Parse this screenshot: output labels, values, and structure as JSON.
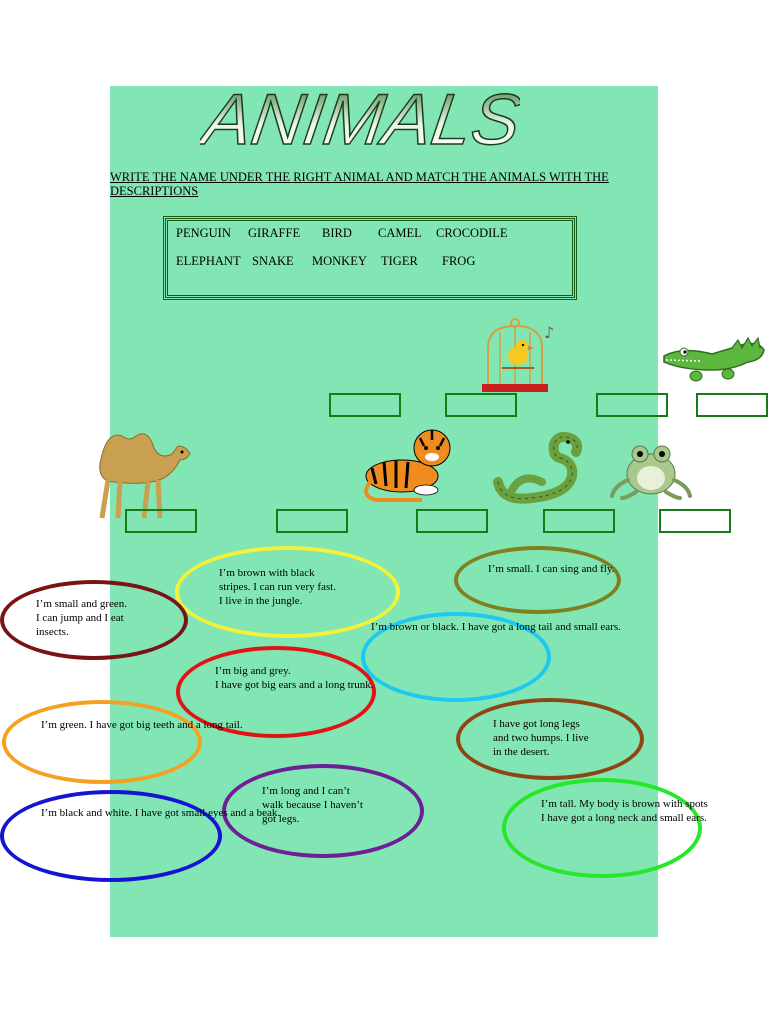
{
  "title": "ANIMALS",
  "instruction": "WRITE THE NAME UNDER THE RIGHT ANIMAL AND MATCH THE ANIMALS WITH THE DESCRIPTIONS",
  "word_bank": {
    "row1": [
      "PENGUIN",
      "GIRAFFE",
      "BIRD",
      "CAMEL",
      "CROCODILE"
    ],
    "row2": [
      "ELEPHANT",
      "SNAKE",
      "MONKEY",
      "TIGER",
      "FROG"
    ]
  },
  "pictures": [
    "bird-in-cage",
    "crocodile",
    "camel",
    "tiger",
    "snake",
    "frog"
  ],
  "descriptions": [
    {
      "text": "I’m brown with black\nstripes. I can run very fast.\nI live in the jungle.",
      "color": "#f2f23a"
    },
    {
      "text": "I’m small. I can sing and fly.",
      "color": "#808020"
    },
    {
      "text": "I’m small and green.\nI can jump and I eat\ninsects.",
      "color": "#7a1414"
    },
    {
      "text": "I’m brown or black. I have got a long tail and small ears.",
      "color": "#1ec8f0"
    },
    {
      "text": "I’m big and grey.\nI have got big ears and a long trunk.",
      "color": "#e01414"
    },
    {
      "text": "I’m green. I have got big teeth and a long tail.",
      "color": "#f5a020"
    },
    {
      "text": "I have got long legs\nand two humps. I live\nin the desert.",
      "color": "#8c4614"
    },
    {
      "text": "I’m long and I can’t\nwalk because I haven’t\ngot legs.",
      "color": "#6e1e96"
    },
    {
      "text": "I’m black and white. I have got small eyes and a beak.",
      "color": "#1414d2"
    },
    {
      "text": "I’m tall. My body is brown with spots\nI have got a long neck and small ears.",
      "color": "#28e628"
    }
  ]
}
